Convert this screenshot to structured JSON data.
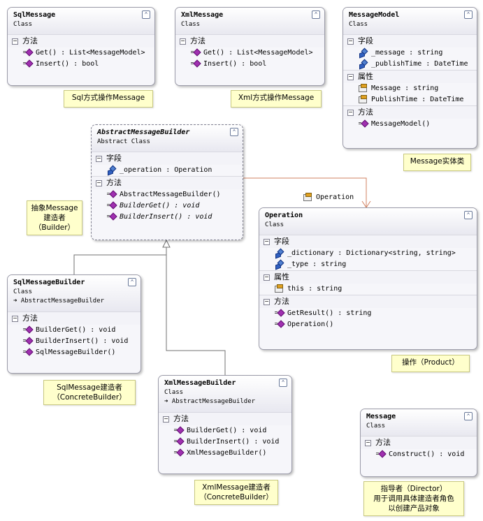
{
  "classes": {
    "sqlmessage": {
      "name": "SqlMessage",
      "kind": "Class",
      "section_methods": "方法",
      "methods": [
        "Get() : List<MessageModel>",
        "Insert() : bool"
      ]
    },
    "xmlmessage": {
      "name": "XmlMessage",
      "kind": "Class",
      "section_methods": "方法",
      "methods": [
        "Get() : List<MessageModel>",
        "Insert() : bool"
      ]
    },
    "messagemodel": {
      "name": "MessageModel",
      "kind": "Class",
      "section_fields": "字段",
      "section_props": "属性",
      "section_methods": "方法",
      "fields": [
        "_message : string",
        "_publishTime : DateTime"
      ],
      "props": [
        "Message : string",
        "PublishTime : DateTime"
      ],
      "methods": [
        "MessageModel()"
      ]
    },
    "abstractbuilder": {
      "name": "AbstractMessageBuilder",
      "kind": "Abstract Class",
      "section_fields": "字段",
      "section_methods": "方法",
      "fields": [
        "_operation : Operation"
      ],
      "methods": [
        "AbstractMessageBuilder()",
        "BuilderGet() : void",
        "BuilderInsert() : void"
      ]
    },
    "operation": {
      "name": "Operation",
      "kind": "Class",
      "section_fields": "字段",
      "section_props": "属性",
      "section_methods": "方法",
      "fields": [
        "_dictionary : Dictionary<string, string>",
        "_type : string"
      ],
      "props": [
        "this : string"
      ],
      "methods": [
        "GetResult() : string",
        "Operation()"
      ]
    },
    "sqlbuilder": {
      "name": "SqlMessageBuilder",
      "kind": "Class",
      "parent": "AbstractMessageBuilder",
      "section_methods": "方法",
      "methods": [
        "BuilderGet() : void",
        "BuilderInsert() : void",
        "SqlMessageBuilder()"
      ]
    },
    "xmlbuilder": {
      "name": "XmlMessageBuilder",
      "kind": "Class",
      "parent": "AbstractMessageBuilder",
      "section_methods": "方法",
      "methods": [
        "BuilderGet() : void",
        "BuilderInsert() : void",
        "XmlMessageBuilder()"
      ]
    },
    "message": {
      "name": "Message",
      "kind": "Class",
      "section_methods": "方法",
      "methods": [
        "Construct() : void"
      ]
    }
  },
  "association_label": "Operation",
  "notes": {
    "sql_op": "Sql方式操作Message",
    "xml_op": "Xml方式操作Message",
    "entity": "Message实体类",
    "abstract_line1": "抽象Message",
    "abstract_line2": "建造者",
    "abstract_line3": "（Builder）",
    "product": "操作（Product）",
    "sql_builder_line1": "SqlMessage建造者",
    "sql_builder_line2": "（ConcreteBuilder）",
    "xml_builder_line1": "XmlMessage建造者",
    "xml_builder_line2": "（ConcreteBuilder）",
    "director_line1": "指导者（Director）",
    "director_line2": "用于调用具体建造者角色",
    "director_line3": "以创建产品对象"
  },
  "colors": {
    "association": "#d08060",
    "inheritance": "#707070",
    "note_bg": "#ffffcc"
  }
}
